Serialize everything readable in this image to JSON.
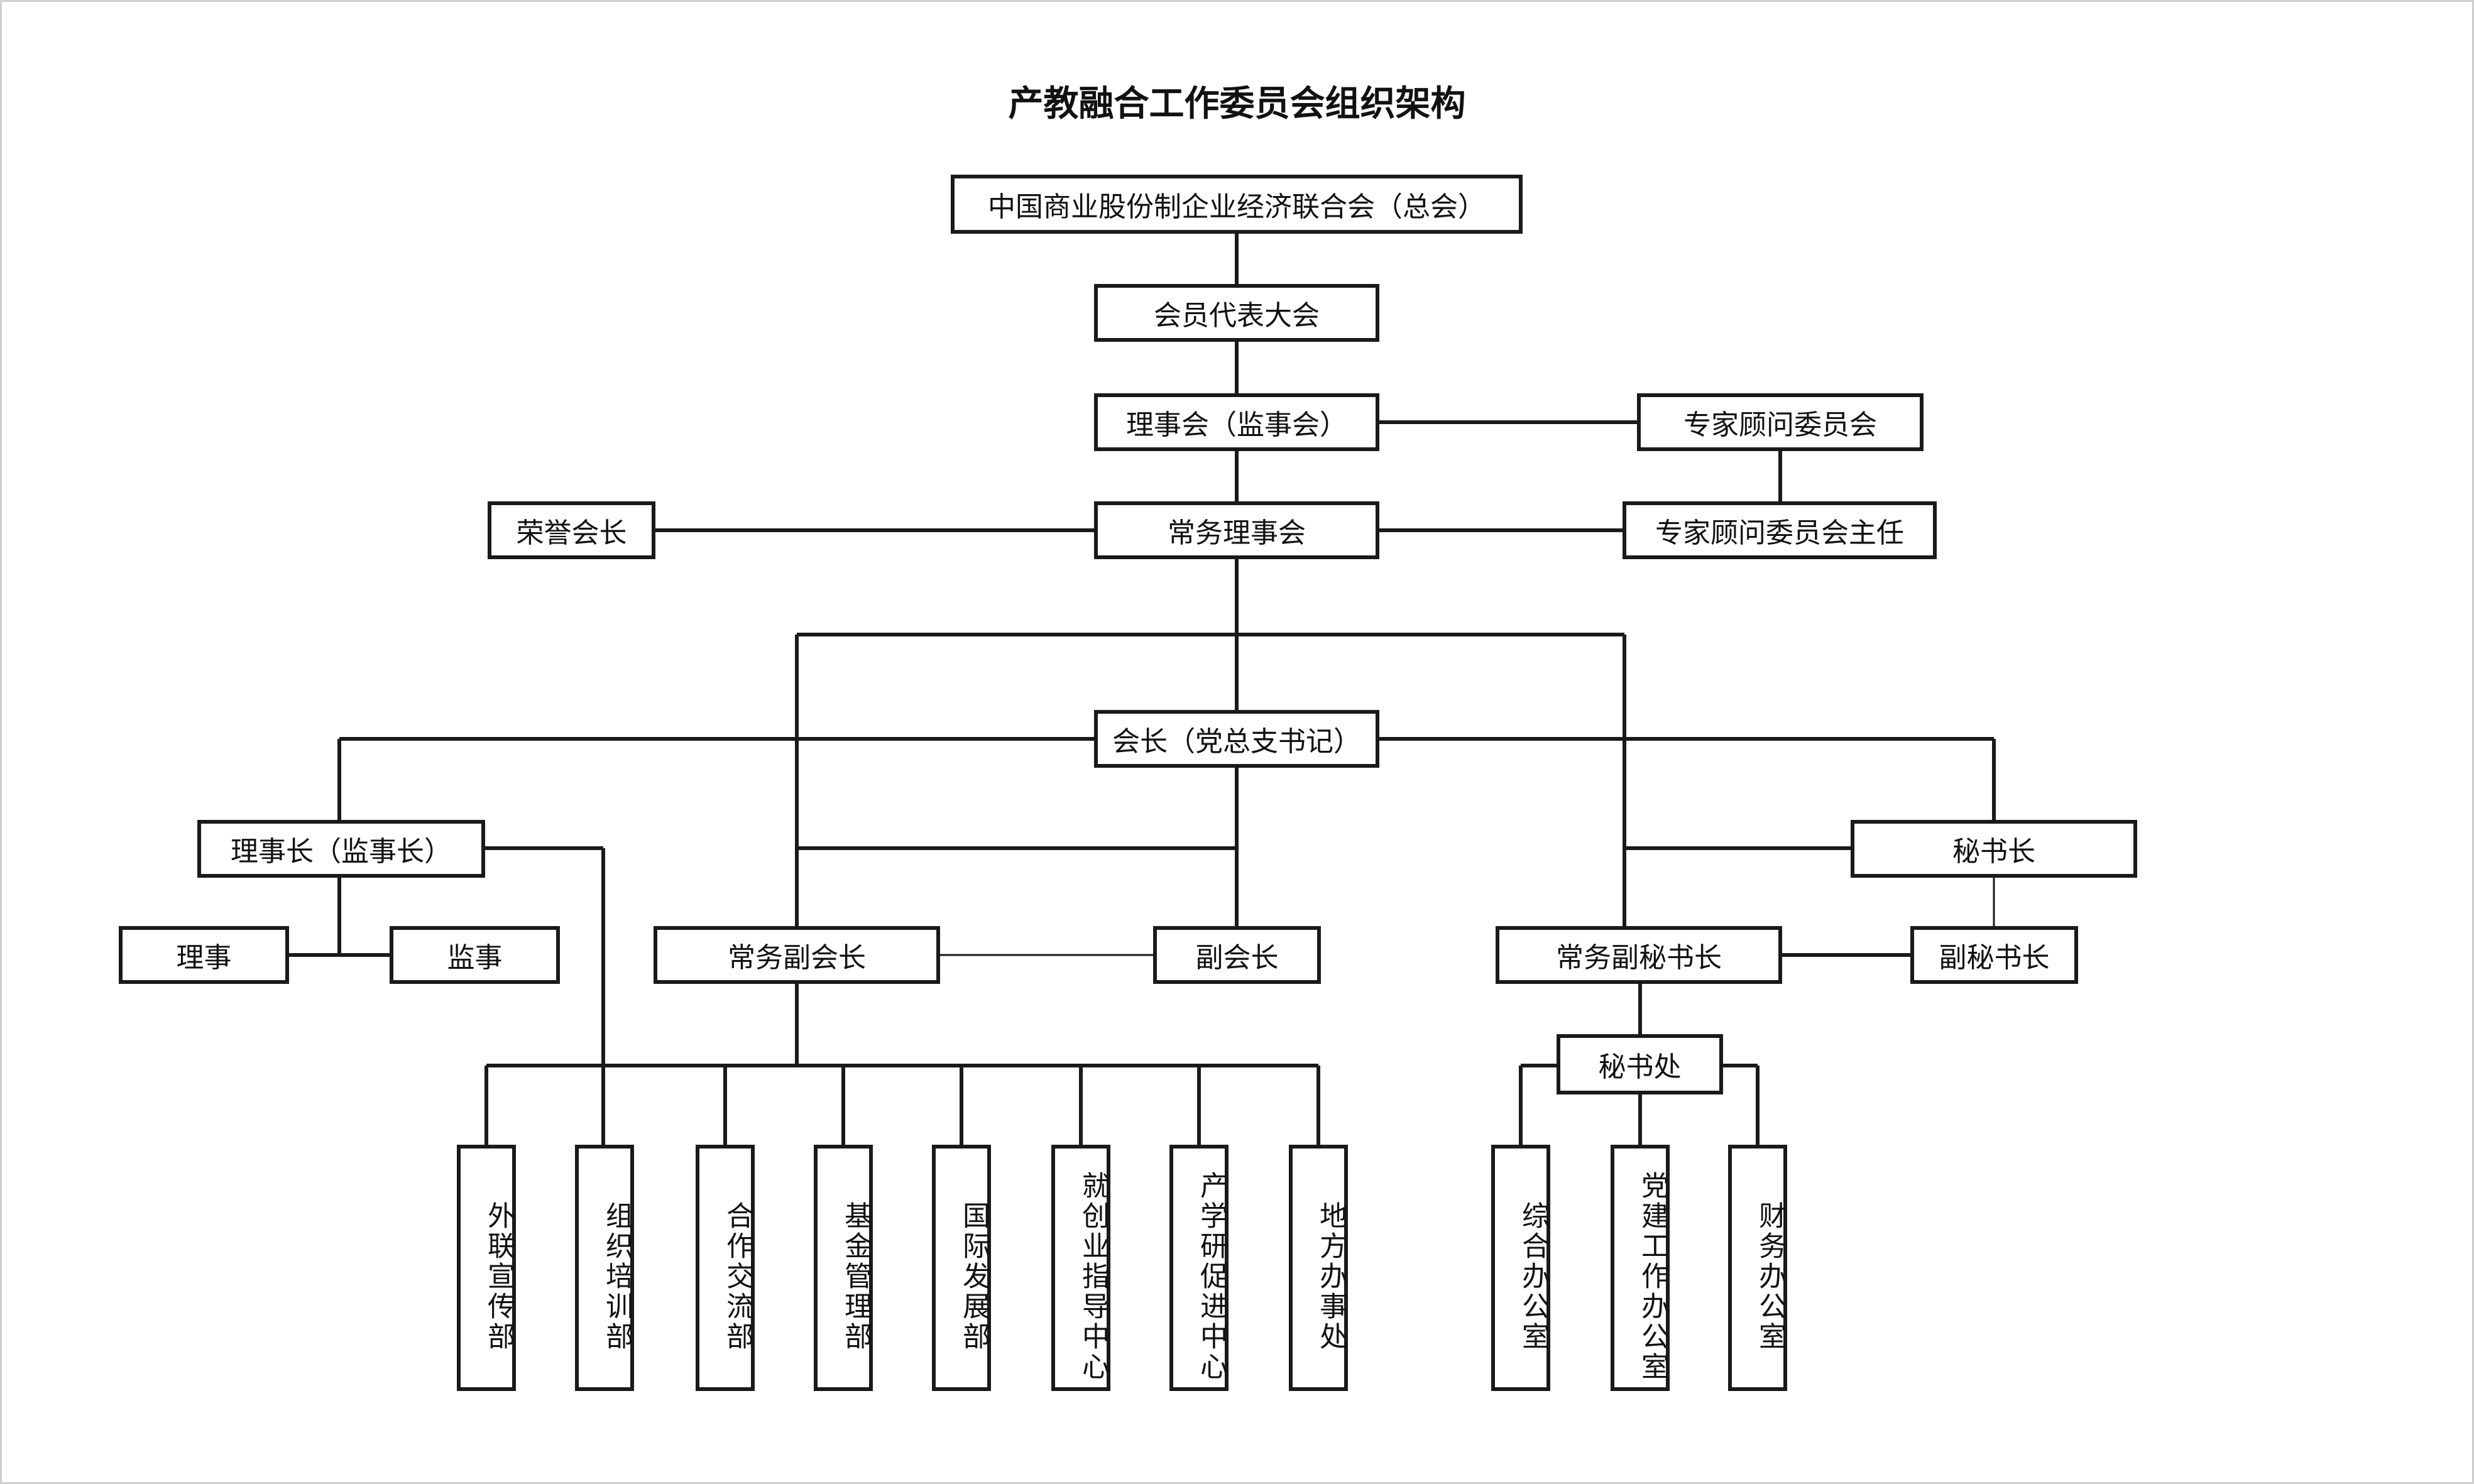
{
  "title": "产教融合工作委员会组织架构",
  "nodes": {
    "headquarters": "中国商业股份制企业经济联合会（总会）",
    "member_congress": "会员代表大会",
    "council": "理事会（监事会）",
    "expert_committee": "专家顾问委员会",
    "honorary_president": "荣誉会长",
    "standing_council": "常务理事会",
    "expert_director": "专家顾问委员会主任",
    "president": "会长（党总支书记）",
    "chairman": "理事长（监事长）",
    "secretary_general": "秘书长",
    "director": "理事",
    "supervisor": "监事",
    "exec_vice_president": "常务副会长",
    "vice_president": "副会长",
    "exec_deputy_secretary": "常务副秘书长",
    "deputy_secretary": "副秘书长",
    "secretariat": "秘书处"
  },
  "departments": [
    "外联宣传部",
    "组织培训部",
    "合作交流部",
    "基金管理部",
    "国际发展部",
    "就创业指导中心",
    "产学研促进中心",
    "地方办事处"
  ],
  "offices": [
    "综合办公室",
    "党建工作办公室",
    "财务办公室"
  ]
}
